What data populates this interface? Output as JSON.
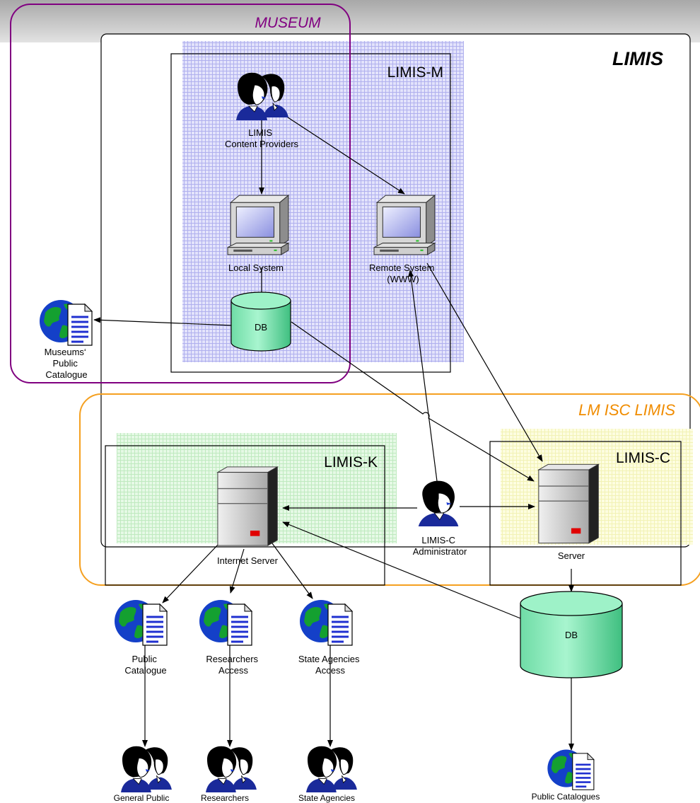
{
  "zones": {
    "museum": "MUSEUM",
    "limis": "LIMIS",
    "lm_isc": "LM ISC LIMIS",
    "limis_m": "LIMIS-M",
    "limis_k": "LIMIS-K",
    "limis_c": "LIMIS-C"
  },
  "nodes": {
    "content_providers": [
      "LIMIS",
      "Content Providers"
    ],
    "local_system": [
      "Local System"
    ],
    "remote_system": [
      "Remote System",
      "(WWW)"
    ],
    "db_m": [
      "DB"
    ],
    "museums_catalogue": [
      "Museums‘",
      "Public",
      "Catalogue"
    ],
    "internet_server": [
      "Internet Server"
    ],
    "public_catalogue": [
      "Public",
      "Catalogue"
    ],
    "researchers_access": [
      "Researchers",
      "Access"
    ],
    "state_agencies_access": [
      "State Agencies",
      "Access"
    ],
    "administrator": [
      "LIMIS-C",
      "Administrator"
    ],
    "server": [
      "Server"
    ],
    "db_c": [
      "DB"
    ],
    "general_public": [
      "General Public"
    ],
    "researchers": [
      "Researchers"
    ],
    "state_agencies": [
      "State Agencies"
    ],
    "public_catalogues": [
      "Public Catalogues"
    ]
  },
  "colors": {
    "museum_border": "#800080",
    "museum_text": "#800080",
    "lm_isc_border": "#f5a020",
    "lm_isc_text": "#f08c00",
    "limis_m_fill": "#c8c8f8",
    "limis_k_fill": "#cdf5cd",
    "limis_c_fill": "#fbfbc0",
    "db_fill": "#8fefbf",
    "header_band": "#cfcfcf"
  },
  "icons": [
    "person-icon",
    "computer-icon",
    "server-icon",
    "database-icon",
    "globe-document-icon"
  ]
}
